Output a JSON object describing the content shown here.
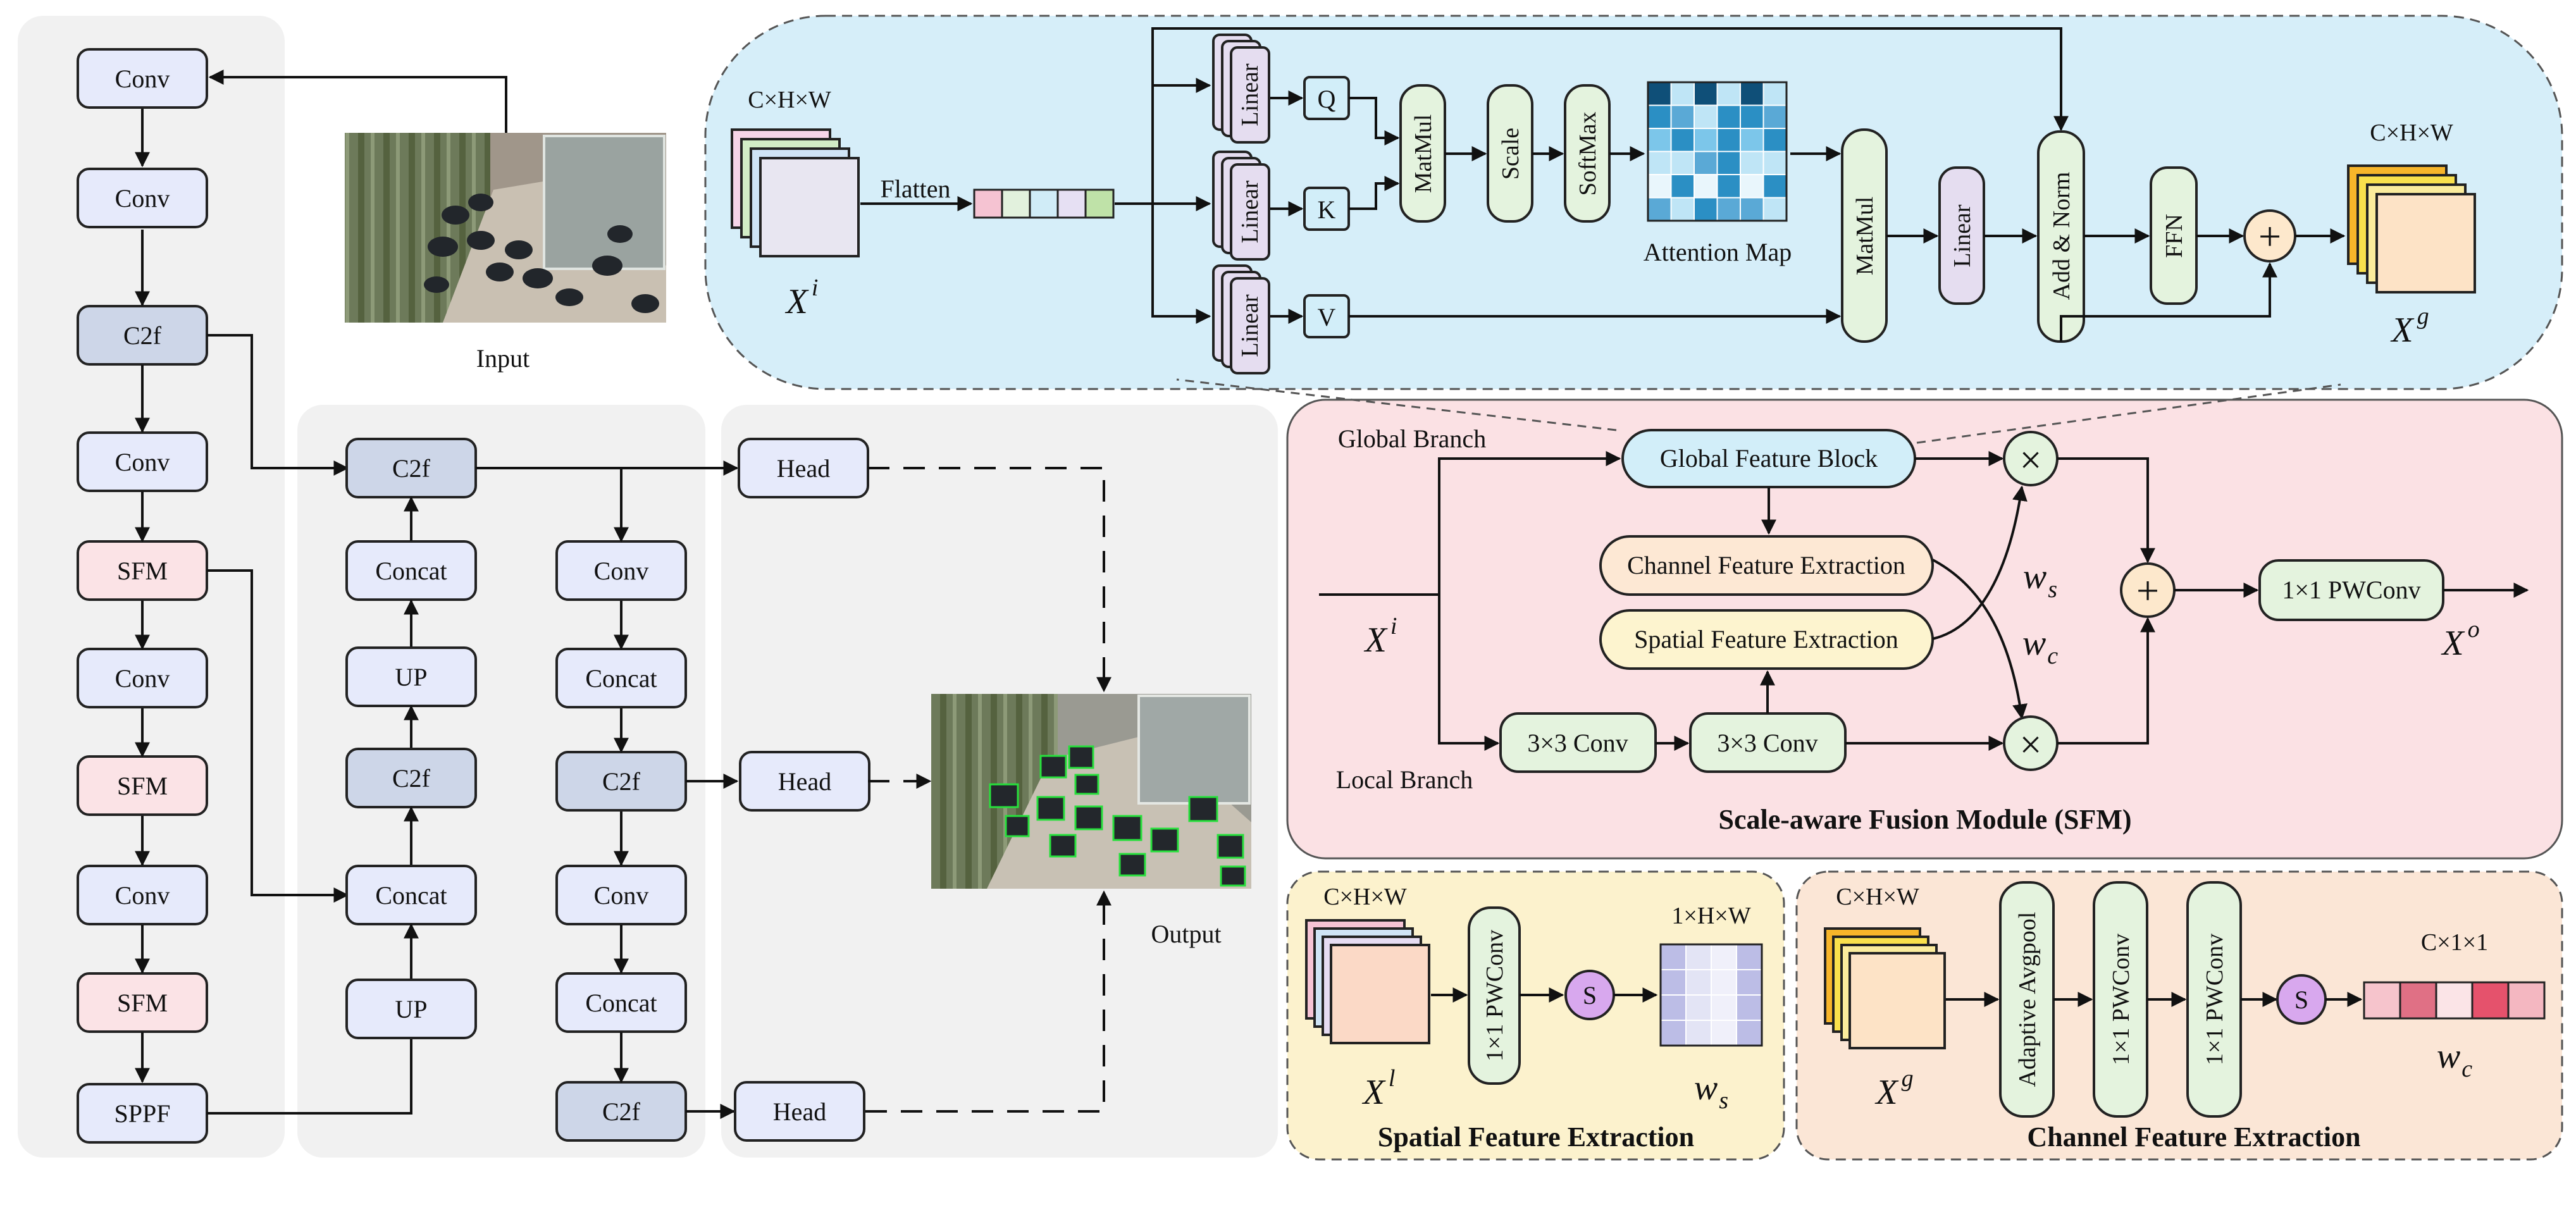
{
  "backbone": {
    "blocks": [
      "Conv",
      "Conv",
      "C2f",
      "Conv",
      "SFM",
      "Conv",
      "SFM",
      "Conv",
      "SFM",
      "SPPF"
    ]
  },
  "input": {
    "label": "Input"
  },
  "output": {
    "label": "Output"
  },
  "neck": {
    "up_column": [
      "C2f",
      "Concat",
      "UP",
      "C2f",
      "Concat",
      "UP"
    ],
    "down_column": [
      "Conv",
      "Concat",
      "C2f",
      "Conv",
      "Concat",
      "C2f"
    ]
  },
  "heads": [
    "Head",
    "Head",
    "Head"
  ],
  "global_feature_block": {
    "in_dims": "C×H×W",
    "in_var": "X",
    "in_sup": "i",
    "flatten": "Flatten",
    "linear": "Linear",
    "q": "Q",
    "k": "K",
    "v": "V",
    "matmul": "MatMul",
    "scale": "Scale",
    "softmax": "SoftMax",
    "attention_map": "Attention Map",
    "add_norm": "Add & Norm",
    "ffn": "FFN",
    "plus": "+",
    "out_dims": "C×H×W",
    "out_var": "X",
    "out_sup": "g"
  },
  "sfm": {
    "title": "Scale-aware Fusion Module (SFM)",
    "global_branch": "Global Branch",
    "local_branch": "Local Branch",
    "global_block": "Global Feature Block",
    "channel_fe": "Channel Feature Extraction",
    "spatial_fe": "Spatial Feature Extraction",
    "conv3": "3×3 Conv",
    "pwconv": "1×1 PWConv",
    "in_var": "X",
    "in_sup": "i",
    "out_var": "X",
    "out_sup": "o",
    "ws_var": "w",
    "ws_sub": "s",
    "wc_var": "w",
    "wc_sub": "c",
    "times": "×",
    "plus": "+"
  },
  "spatial_panel": {
    "title": "Spatial Feature Extraction",
    "in_dims": "C×H×W",
    "pwconv": "1×1 PWConv",
    "s": "S",
    "out_dims": "1×H×W",
    "in_var": "X",
    "in_sup": "l",
    "out_var": "w",
    "out_sub": "s"
  },
  "channel_panel": {
    "title": "Channel Feature Extraction",
    "in_dims": "C×H×W",
    "avgpool": "Adaptive Avgpool",
    "pwconv1": "1×1 PWConv",
    "pwconv2": "1×1 PWConv",
    "s": "S",
    "out_dims": "C×1×1",
    "in_var": "X",
    "in_sup": "g",
    "out_var": "w",
    "out_sub": "c"
  },
  "colors": {
    "panel_gray": "#f1f1f1",
    "gfb_bg": "#d6eef9",
    "sfm_bg": "#fbe1e4",
    "spatial_bg": "#fcf2cd",
    "channel_bg": "#fbe6d6",
    "conv_block": "#e6eafb",
    "c2f_block": "#cdd6e8",
    "sfm_block": "#fbe3e6",
    "green_block": "#e4f3de",
    "yellow_block": "#fdf4cf",
    "peach_block": "#fde8d4",
    "gfb_block": "#d2eef9",
    "sigmoid": "#d8a8ee"
  }
}
